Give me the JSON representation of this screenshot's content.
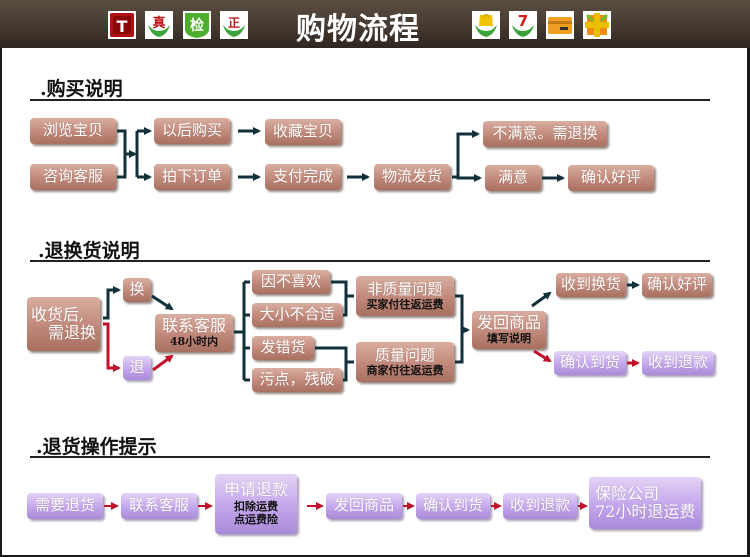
{
  "header": {
    "title": "购物流程",
    "left_icons": [
      "taobao-t-icon",
      "authentic-hands-icon",
      "inspection-shield-icon",
      "genuine-hands-icon"
    ],
    "right_icons": [
      "shopping-bag-hands-icon",
      "seven-day-return-hands-icon",
      "credit-card-icon",
      "yuan-currency-icon"
    ],
    "icon_glyphs": {
      "t": "T",
      "zhen": "真",
      "jian": "检",
      "zheng": "正",
      "seven": "7"
    }
  },
  "colors": {
    "header_bg": "#4a3e34",
    "box_brown": "#c0887a",
    "box_purple": "#c3a6ec",
    "arrow_dark": "#12303a",
    "arrow_red": "#c0102a"
  },
  "purchase": {
    "title": ".购买说明",
    "nodes": {
      "browse": "浏览宝贝",
      "consult": "咨询客服",
      "buy_later": "以后购买",
      "favorite": "收藏宝贝",
      "place_order": "拍下订单",
      "paid": "支付完成",
      "shipping": "物流发货",
      "unsatisfied": "不满意。需退换",
      "satisfied": "满意",
      "confirm_review": "确认好评"
    }
  },
  "returns": {
    "title": ".退换货说明",
    "nodes": {
      "received": "收货后，需退换",
      "received_line1": "收货后,",
      "received_line2": "需退换",
      "exchange": "换",
      "refund": "退",
      "contact": "联系客服",
      "contact_sub": "48小时内",
      "dislike": "因不喜欢",
      "size": "大小不合适",
      "wrong_item": "发错货",
      "damaged": "污点，残破",
      "non_quality": "非质量问题",
      "non_quality_sub": "买家付往返运费",
      "quality": "质量问题",
      "quality_sub": "商家付往返运费",
      "send_back": "发回商品",
      "send_back_sub": "填写说明",
      "receive_exchange": "收到换货",
      "confirm_review": "确认好评",
      "confirm_arrival": "确认到货",
      "receive_refund": "收到退款"
    }
  },
  "refund_ops": {
    "title": ".退货操作提示",
    "steps": [
      {
        "label": "需要退货"
      },
      {
        "label": "联系客服"
      },
      {
        "label": "申请退款",
        "sub1": "扣除运费",
        "sub2": "点运费险"
      },
      {
        "label": "发回商品"
      },
      {
        "label": "确认到货"
      },
      {
        "label": "收到退款"
      },
      {
        "label": "保险公司",
        "sub2": "72小时退运费"
      }
    ]
  }
}
